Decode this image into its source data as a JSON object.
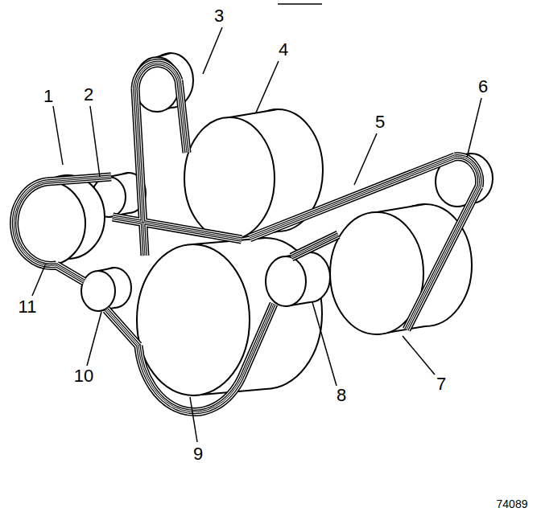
{
  "diagram": {
    "labels": [
      "1",
      "2",
      "3",
      "4",
      "5",
      "6",
      "7",
      "8",
      "9",
      "10",
      "11",
      "74089"
    ]
  }
}
